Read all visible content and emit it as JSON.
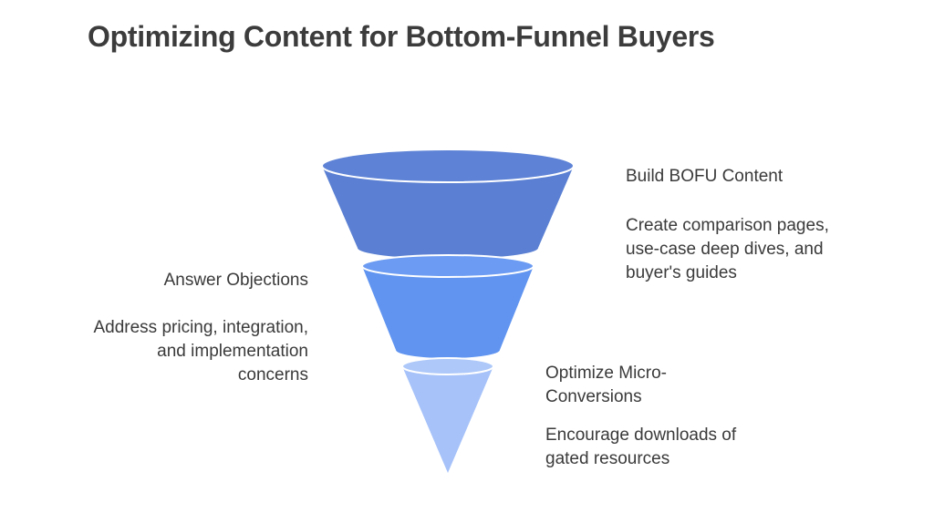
{
  "title": "Optimizing Content for Bottom-Funnel Buyers",
  "colors": {
    "top_fill": "#5b80d3",
    "top_top": "#5e83d6",
    "middle_fill": "#6094f0",
    "middle_top": "#6b9bf2",
    "bottom_fill": "#a6c2f9",
    "bottom_top": "#adc8f9",
    "stroke": "#ffffff"
  },
  "stages": [
    {
      "heading": "Build BOFU Content",
      "description_lines": [
        "Create comparison pages,",
        "use-case deep dives, and",
        "buyer's guides"
      ]
    },
    {
      "heading": "Answer Objections",
      "description_lines": [
        "Address pricing, integration,",
        "and implementation",
        "concerns"
      ]
    },
    {
      "heading_lines": [
        "Optimize Micro-",
        "Conversions"
      ],
      "description_lines": [
        "Encourage downloads of",
        "gated resources"
      ]
    }
  ]
}
